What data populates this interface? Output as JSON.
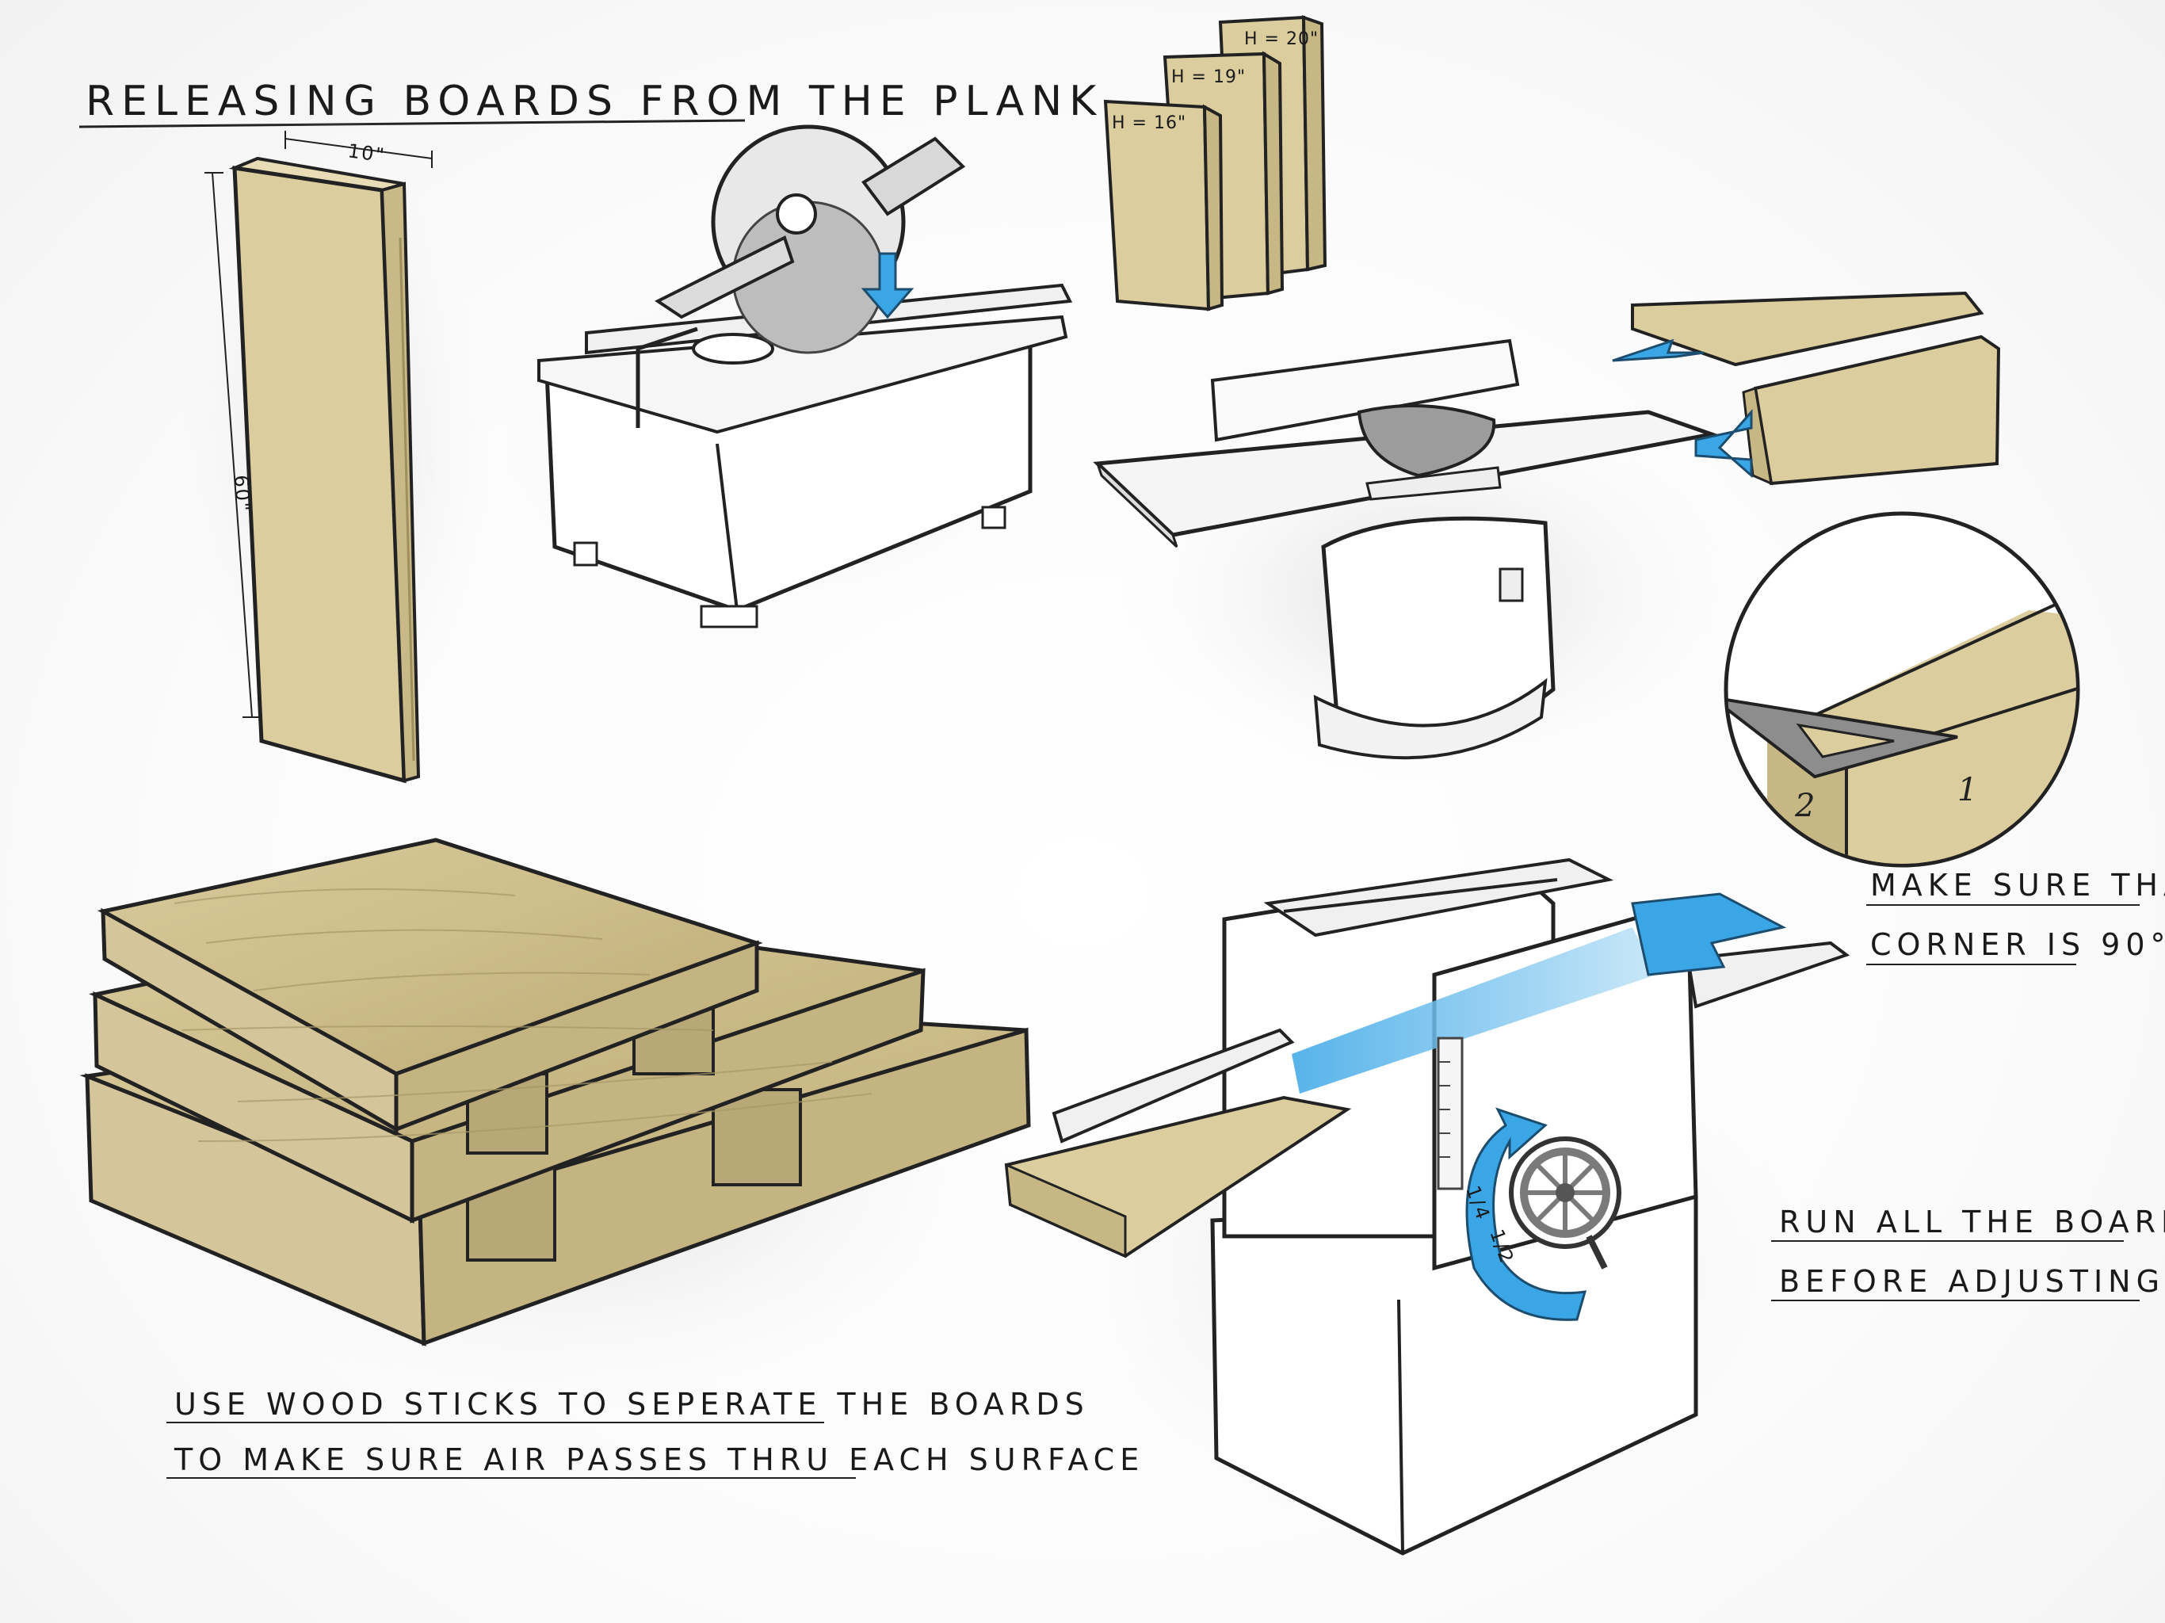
{
  "title": "RELEASING BOARDS FROM THE PLANK",
  "plank": {
    "width_label": "10\"",
    "length_label": "60\""
  },
  "boards_heights": [
    "H = 16\"",
    "H = 19\"",
    "H = 20\""
  ],
  "square_corner": {
    "edge1": "1",
    "edge2": "2"
  },
  "notes": {
    "corner_line1": "MAKE SURE THAT ONE",
    "corner_line2": "CORNER IS 90°",
    "planer_line1": "RUN ALL THE BOARDS THRU",
    "planer_line2": "BEFORE ADJUSTING THE CRANK",
    "stack_line1": "USE WOOD STICKS TO SEPERATE THE BOARDS",
    "stack_line2": "TO MAKE SURE AIR PASSES THRU EACH SURFACE"
  },
  "crank_scale": {
    "upper": "1/4",
    "lower": "1/2"
  },
  "colors": {
    "wood": "#ddd0a4",
    "wood_dark": "#c7b784",
    "arrow": "#3aa6e6",
    "ink": "#1a1a1a"
  }
}
